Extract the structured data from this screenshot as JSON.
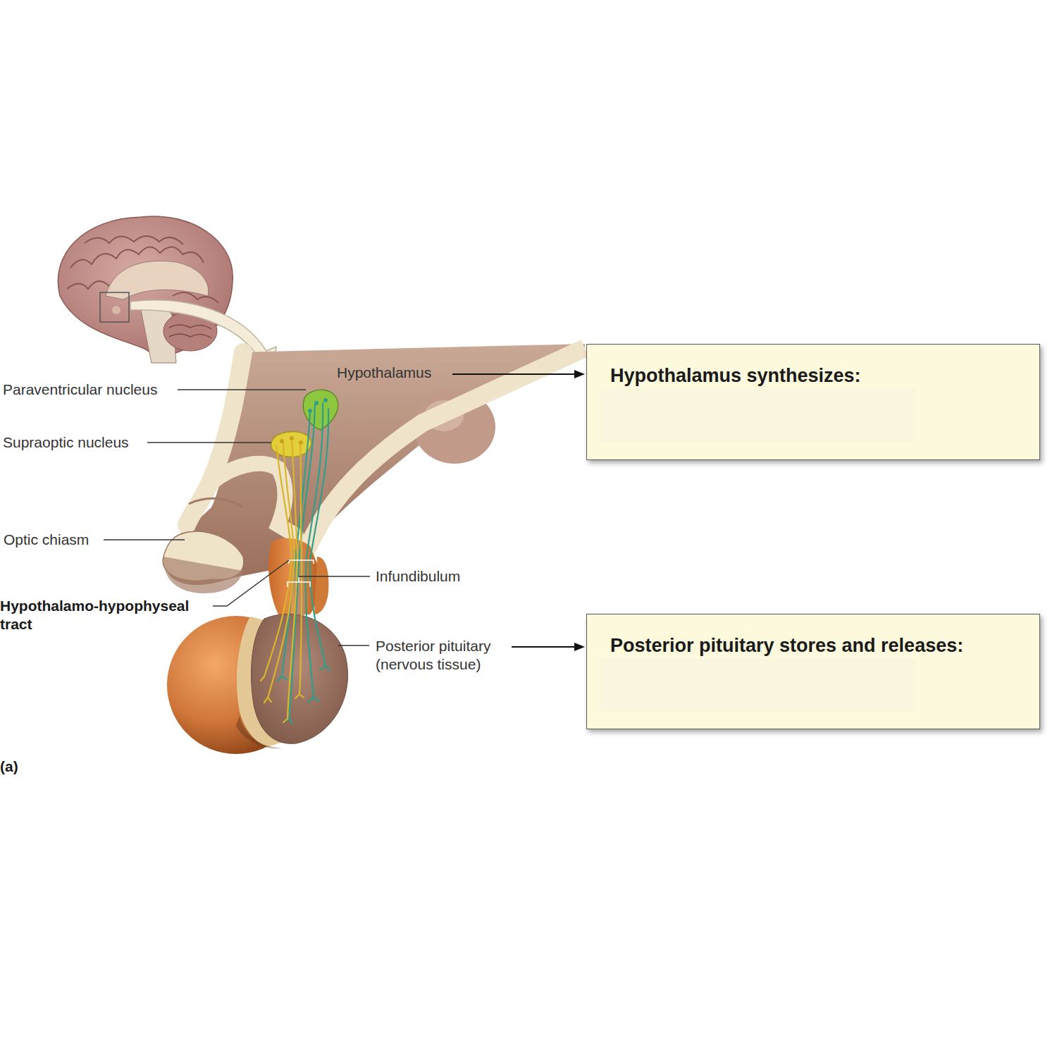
{
  "diagram": {
    "nodes": [
      {
        "text": [
          "Hypothalamus synthesizes:"
        ]
      },
      {
        "text": [
          "Posterior pituitary stores and releases:"
        ]
      }
    ],
    "labels": [
      "Hypothalamus",
      "Paraventricular nucleus",
      "Supraoptic nucleus",
      "Optic chiasm",
      "Infundibulum",
      "Hypothalamo-hypophyseal tract",
      "Posterior pituitary (nervous tissue)",
      "(a)"
    ]
  }
}
